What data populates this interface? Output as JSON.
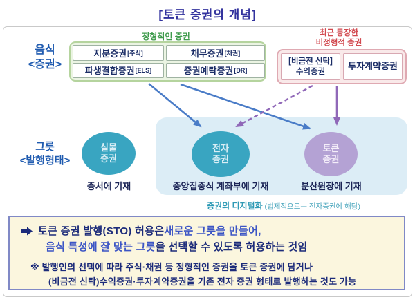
{
  "title": "[토큰 증권의 개념]",
  "diagram": {
    "left_labels": {
      "food_line1": "음식",
      "food_line2": "<증권>",
      "vessel_line1": "그릇",
      "vessel_line2": "<발행형태>"
    },
    "formal_group": {
      "header": "정형적인 증권",
      "items": [
        {
          "name": "지분증권",
          "suffix": "[주식]"
        },
        {
          "name": "채무증권",
          "suffix": "[채권]"
        },
        {
          "name": "파생결합증권",
          "suffix": "[ELS]"
        },
        {
          "name": "증권예탁증권",
          "suffix": "[DR]"
        }
      ]
    },
    "atypical_group": {
      "header_line1": "최근 등장한",
      "header_line2": "비정형적 증권",
      "item1_line1": "[비금전 신탁]",
      "item1_line2": "수익증권",
      "item2": "투자계약증권"
    },
    "circles": {
      "physical": {
        "line1": "실물",
        "line2": "증권",
        "caption": "증서에 기재"
      },
      "electronic": {
        "line1": "전자",
        "line2": "증권",
        "caption": "중앙집중식 계좌부에 기재"
      },
      "token": {
        "line1": "토큰",
        "line2": "증권",
        "caption": "분산원장에 기재"
      }
    },
    "digital_caption": {
      "bold": "증권의 디지털화",
      "rest": " (법제적으로는 전자증권에 해당)"
    },
    "arrows": [
      "arrow-formal-to-electronic",
      "arrow-formal-to-token",
      "arrow-beneficiary-to-electronic-dashed",
      "arrow-investment-to-token"
    ]
  },
  "summary_box": {
    "icon": "right-arrow-icon",
    "line1_part1": "토큰 증권 발행(STO) 허용은 ",
    "line1_part2": "새로운 그릇을 만들어,",
    "line2_part1": "음식 특성에 잘 맞는 그릇",
    "line2_part2": "을 선택할 수 있도록 허용하는 것임",
    "note_line1": "※ 발행인의 선택에 따라 주식·채권 등 정형적인 증권을 토큰 증권에 담거나",
    "note_line2": "(비금전 신탁)수익증권·투자계약증권을 기존 전자 증권 형태로 발행하는 것도 가능"
  },
  "colors": {
    "title": "#33339e",
    "label_blue": "#1f5bb0",
    "green_text": "#3f9b4c",
    "red_text": "#d24a50",
    "box_navy": "#1b2d66",
    "teal_circle": "#39a5c1",
    "purple_circle": "#b4a2d4",
    "blue_zone": "#dcedf6",
    "green_bg": "#ebf4e3",
    "pink_bg": "#f9e9e9",
    "yellow_bg": "#fbf6de",
    "summary_border": "#8089c6",
    "summary_navy": "#1c2b7a",
    "summary_blue": "#3c55c5",
    "arrow_blue": "#4a7cc7",
    "arrow_purple": "#9068b8",
    "digital_teal": "#2e9ab5"
  }
}
